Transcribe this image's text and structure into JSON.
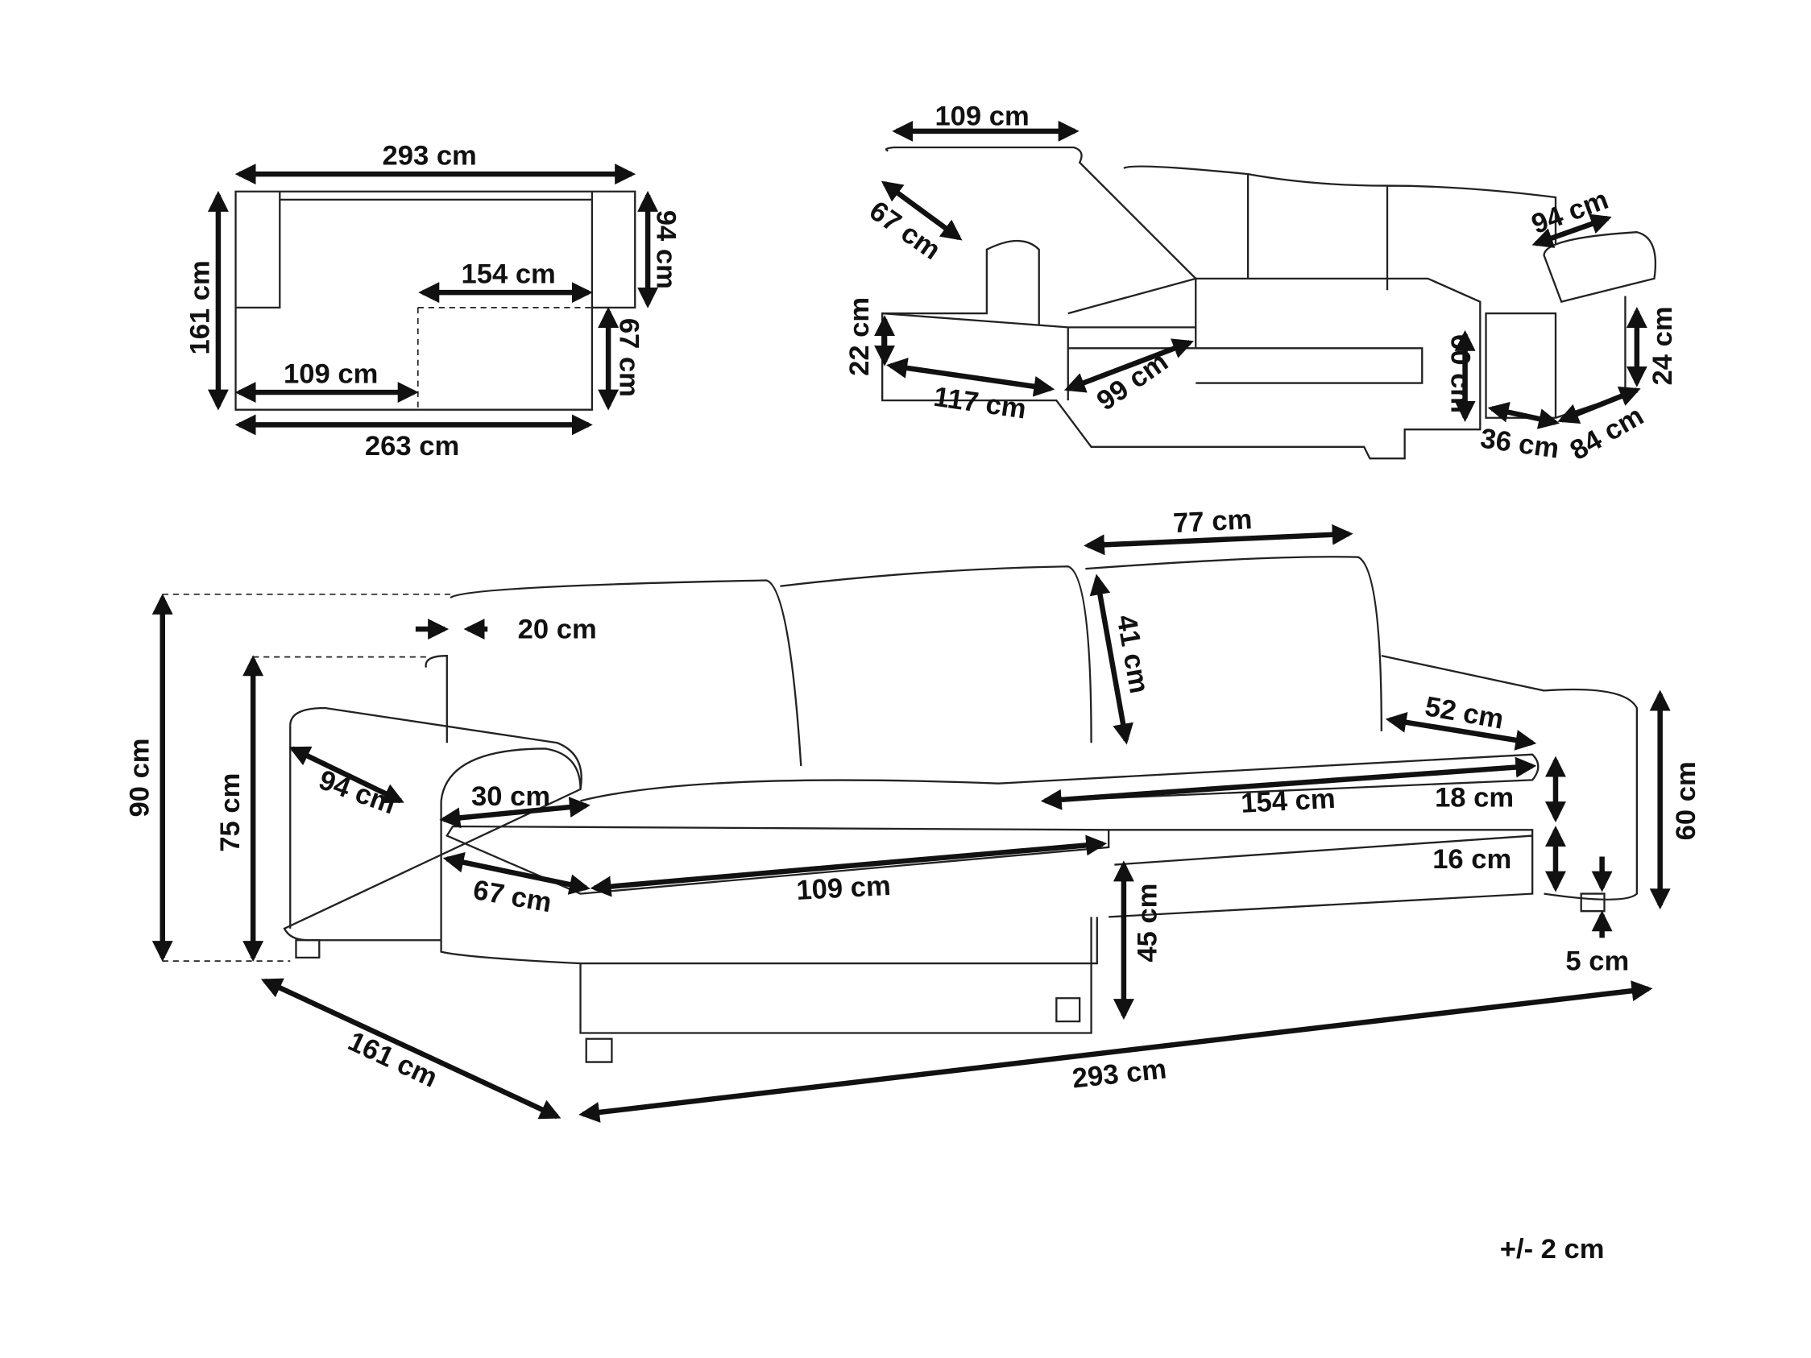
{
  "plan_view": {
    "total_width": "293 cm",
    "depth_left": "161 cm",
    "depth_main": "94 cm",
    "chaise_seat_width": "154 cm",
    "chaise_extension": "67 cm",
    "seat_width": "109 cm",
    "base_width": "263 cm"
  },
  "storage_view": {
    "lid_width": "109 cm",
    "lid_depth": "67 cm",
    "armrest_storage_depth": "94 cm",
    "storage_height": "22 cm",
    "storage_width": "117 cm",
    "bed_depth": "99 cm",
    "bed_height": "60 cm",
    "arm_storage_height": "24 cm",
    "arm_storage_width": "36 cm",
    "arm_storage_length": "84 cm"
  },
  "main_view": {
    "backrest_cushion_width": "77 cm",
    "backrest_thickness": "20 cm",
    "backrest_height": "41 cm",
    "armrest_seat_depth": "52 cm",
    "total_height": "90 cm",
    "armrest_height_left": "75 cm",
    "left_arm_depth": "94 cm",
    "arm_width": "30 cm",
    "seat_width": "154 cm",
    "cushion_thickness": "18 cm",
    "arm_height_right": "60 cm",
    "chaise_arm_depth": "67 cm",
    "chaise_seat_width": "109 cm",
    "base_height": "16 cm",
    "seat_height": "45 cm",
    "leg_height": "5 cm",
    "depth": "161 cm",
    "total_width": "293 cm"
  },
  "tolerance": "+/- 2 cm"
}
